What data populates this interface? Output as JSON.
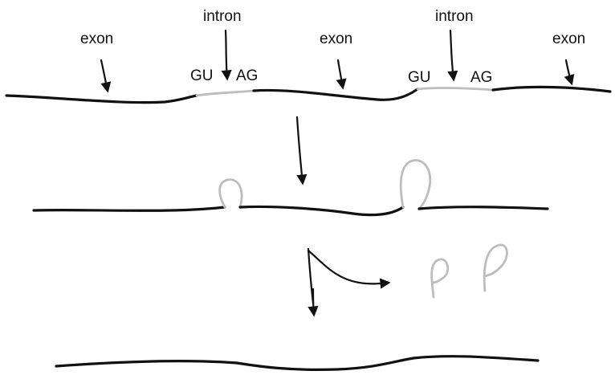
{
  "labels": {
    "exon_1": "exon",
    "exon_2": "exon",
    "exon_3": "exon",
    "intron_1": "intron",
    "intron_2": "intron",
    "splice_donor_1": "GU",
    "splice_acceptor_1": "AG",
    "splice_donor_2": "GU",
    "splice_acceptor_2": "AG"
  },
  "colors": {
    "exon": "#111111",
    "intron": "#bdbdbd"
  }
}
